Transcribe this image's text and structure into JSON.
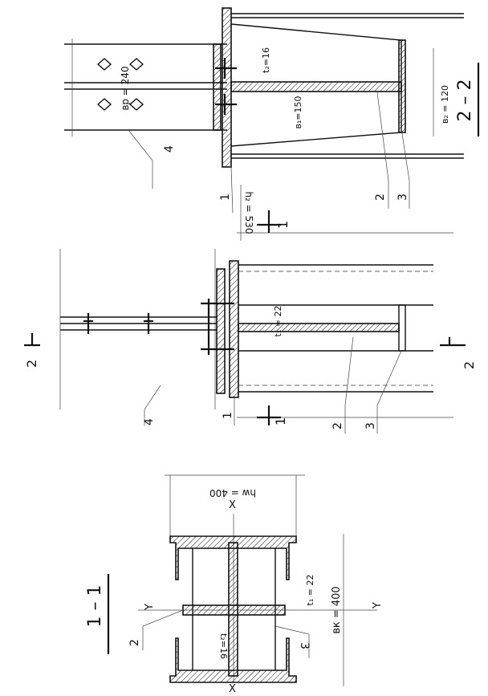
{
  "sections": {
    "section_2_2": {
      "title": "2 – 2",
      "dims": {
        "bp": "ʙp = 240",
        "t2": "t₂=16",
        "b1": "ʙ₁=150",
        "b2": "ʙ₂ = 120"
      },
      "items": [
        "4",
        "1",
        "2",
        "3"
      ]
    },
    "elevation": {
      "cut_2_top": "2",
      "cut_2_bottom": "2",
      "cut_1_top": "1",
      "cut_1_bottom": "1",
      "dims": {
        "h2": "h₂ = 530",
        "t1": "t₁ = 22"
      },
      "items": [
        "4",
        "1",
        "2",
        "3"
      ]
    },
    "section_1_1": {
      "title": "1 – 1",
      "dims": {
        "hw": "hw = 400",
        "bk": "ʙк = 400",
        "t1": "t₁ = 22",
        "t2": "t₂=16"
      },
      "axes": {
        "x_top": "X",
        "x_bottom": "X",
        "y_left": "Y",
        "y_right": "Y"
      },
      "items": [
        "2",
        "3"
      ]
    }
  }
}
